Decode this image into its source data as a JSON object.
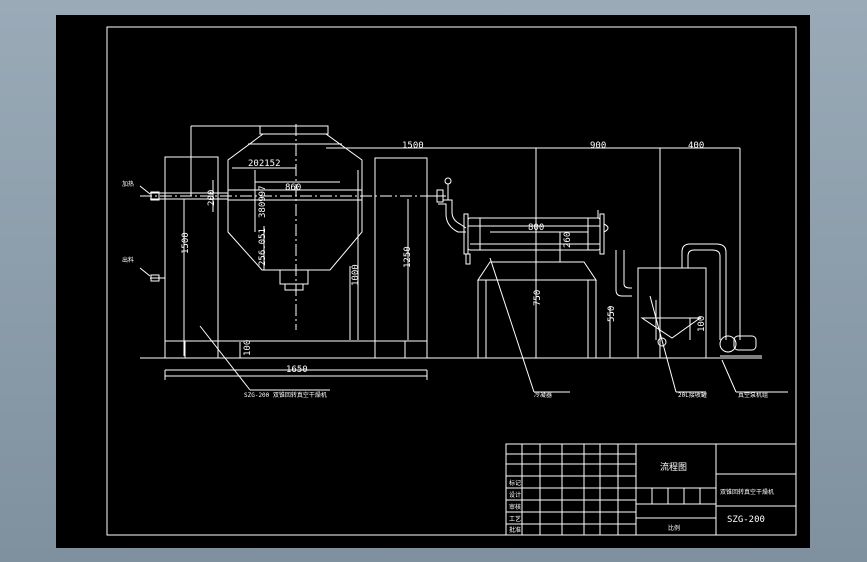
{
  "drawing": {
    "dims": {
      "d1500": "1500",
      "d900": "900",
      "d400": "400",
      "d202": "202152",
      "d860": "860",
      "d200": "200",
      "d380": "380997",
      "d256": "256.051",
      "d1500v": "1500",
      "d1250": "1250",
      "d1000": "1000",
      "d100": "100",
      "d1650": "1650",
      "d800": "800",
      "d260": "260",
      "d750": "750",
      "d550": "550",
      "d100b": "100"
    },
    "callouts": {
      "left_top": "加热",
      "left_mid": "出料",
      "dryer": "SZG-200 双锥回转真空干燥机",
      "condenser": "冷凝器",
      "tank": "20L接收罐",
      "pump": "真空泵机组"
    },
    "title_block": {
      "process": "流程图",
      "name": "双锥回转真空干燥机",
      "model": "SZG-200",
      "rows": [
        "标记",
        "设计",
        "审核",
        "工艺",
        "批准"
      ],
      "footer": "比例"
    }
  },
  "colors": {
    "background": "#000000",
    "line": "#ffffff",
    "window": "#8c9ca9"
  }
}
